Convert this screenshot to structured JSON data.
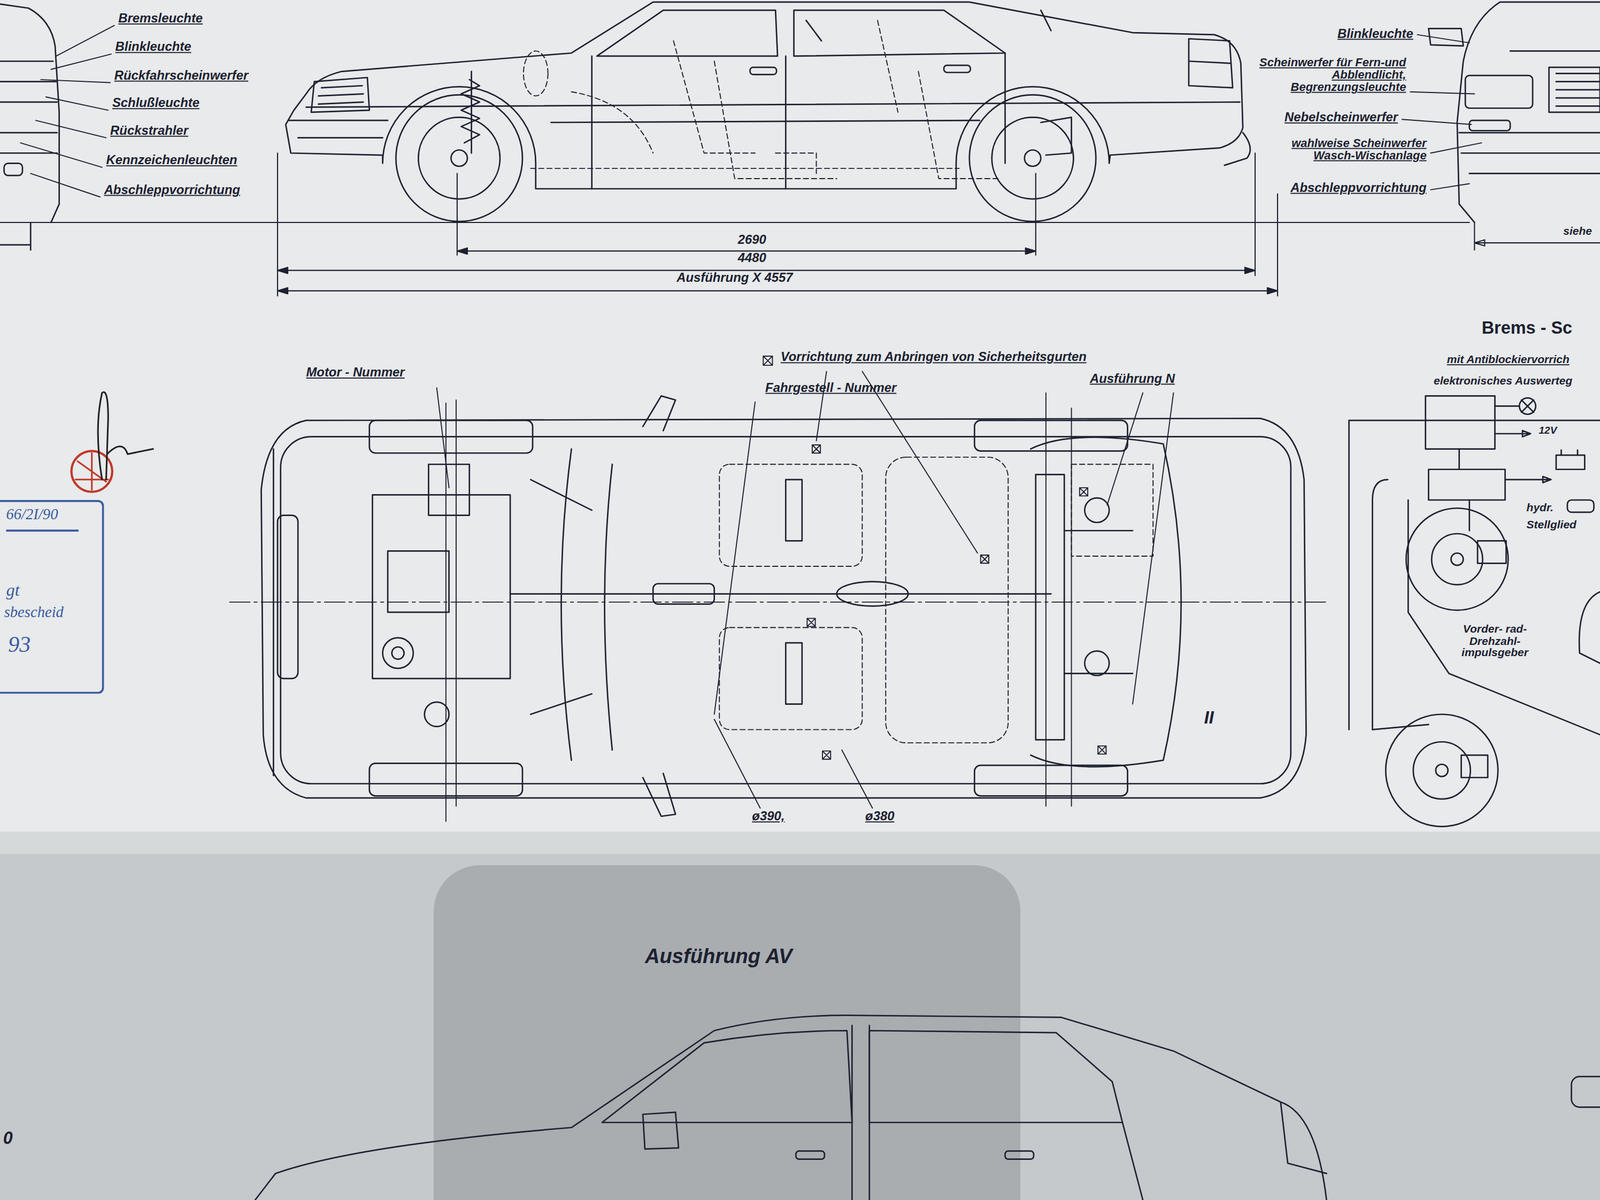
{
  "diagram": {
    "nodes": [
      {
        "text": [
          "66/2I/90",
          "gt",
          "sbescheid",
          "93"
        ]
      }
    ],
    "labels": [
      "Bremsleuchte",
      "Blinkleuchte",
      "Rückfahrscheinwerfer",
      "Schlußleuchte",
      "Rückstrahler",
      "Kennzeichenleuchten",
      "Abschleppvorrichtung",
      "2690",
      "4480",
      "Ausführung X  4557",
      "Blinkleuchte",
      "Scheinwerfer für Fern-und Abblendlicht, Begrenzungsleuchte",
      "Nebelscheinwerfer",
      "wahlweise Scheinwerfer Wasch-Wischanlage",
      "Abschleppvorrichtung",
      "siehe",
      "Motor - Nummer",
      "Vorrichtung zum Anbringen von Sicherheitsgurten",
      "Fahrgestell - Nummer",
      "Ausführung N",
      "II",
      "ø390,",
      "ø380",
      "Brems - Sc",
      "mit Antiblockiervorrich",
      "elektronisches Auswerteg",
      "12V",
      "hydr.",
      "Stellglied",
      "Vorder- rad-Drehzahl- impulsgeber",
      "Ausführung AV",
      "0"
    ]
  }
}
